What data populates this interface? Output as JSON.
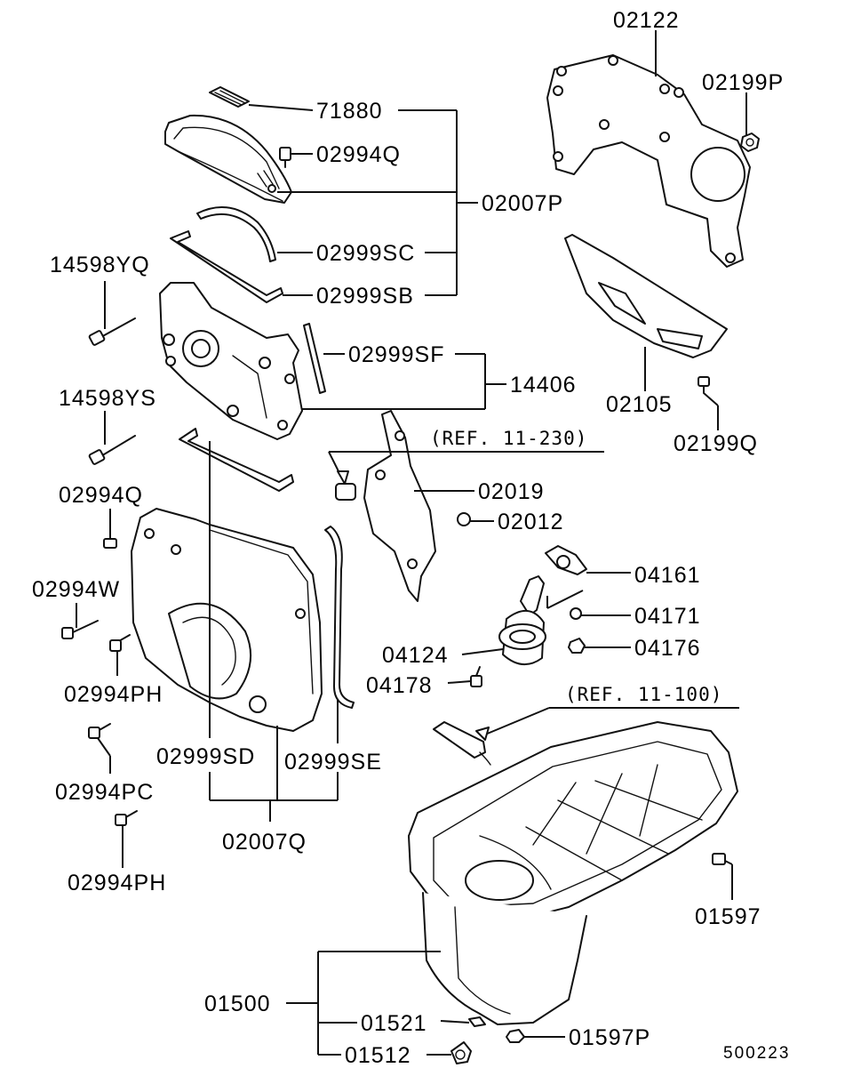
{
  "diagram_id": "500223",
  "labels": [
    {
      "key": "p71880",
      "text": "71880"
    },
    {
      "key": "p02994Q_top",
      "text": "02994Q"
    },
    {
      "key": "p02007P",
      "text": "02007P"
    },
    {
      "key": "p02999SC",
      "text": "02999SC"
    },
    {
      "key": "p02999SB",
      "text": "02999SB"
    },
    {
      "key": "p14598YQ",
      "text": "14598YQ"
    },
    {
      "key": "p02999SF",
      "text": "02999SF"
    },
    {
      "key": "p14406",
      "text": "14406"
    },
    {
      "key": "p14598YS",
      "text": "14598YS"
    },
    {
      "key": "p02994Q_left",
      "text": "02994Q"
    },
    {
      "key": "p02994W",
      "text": "02994W"
    },
    {
      "key": "p02994PH_a",
      "text": "02994PH"
    },
    {
      "key": "p02994PC",
      "text": "02994PC"
    },
    {
      "key": "p02994PH_b",
      "text": "02994PH"
    },
    {
      "key": "p02999SD",
      "text": "02999SD"
    },
    {
      "key": "p02999SE",
      "text": "02999SE"
    },
    {
      "key": "p02007Q",
      "text": "02007Q"
    },
    {
      "key": "p02122",
      "text": "02122"
    },
    {
      "key": "p02199P",
      "text": "02199P"
    },
    {
      "key": "p02105",
      "text": "02105"
    },
    {
      "key": "p02199Q",
      "text": "02199Q"
    },
    {
      "key": "p02019",
      "text": "02019"
    },
    {
      "key": "p02012",
      "text": "02012"
    },
    {
      "key": "p04161",
      "text": "04161"
    },
    {
      "key": "p04171",
      "text": "04171"
    },
    {
      "key": "p04176",
      "text": "04176"
    },
    {
      "key": "p04124",
      "text": "04124"
    },
    {
      "key": "p04178",
      "text": "04178"
    },
    {
      "key": "p01597",
      "text": "01597"
    },
    {
      "key": "p01500",
      "text": "01500"
    },
    {
      "key": "p01521",
      "text": "01521"
    },
    {
      "key": "p01597P",
      "text": "01597P"
    },
    {
      "key": "p01512",
      "text": "01512"
    }
  ],
  "refs": [
    {
      "key": "ref_11_230",
      "text": "(REF. 11-230)"
    },
    {
      "key": "ref_11_100",
      "text": "(REF. 11-100)"
    }
  ]
}
